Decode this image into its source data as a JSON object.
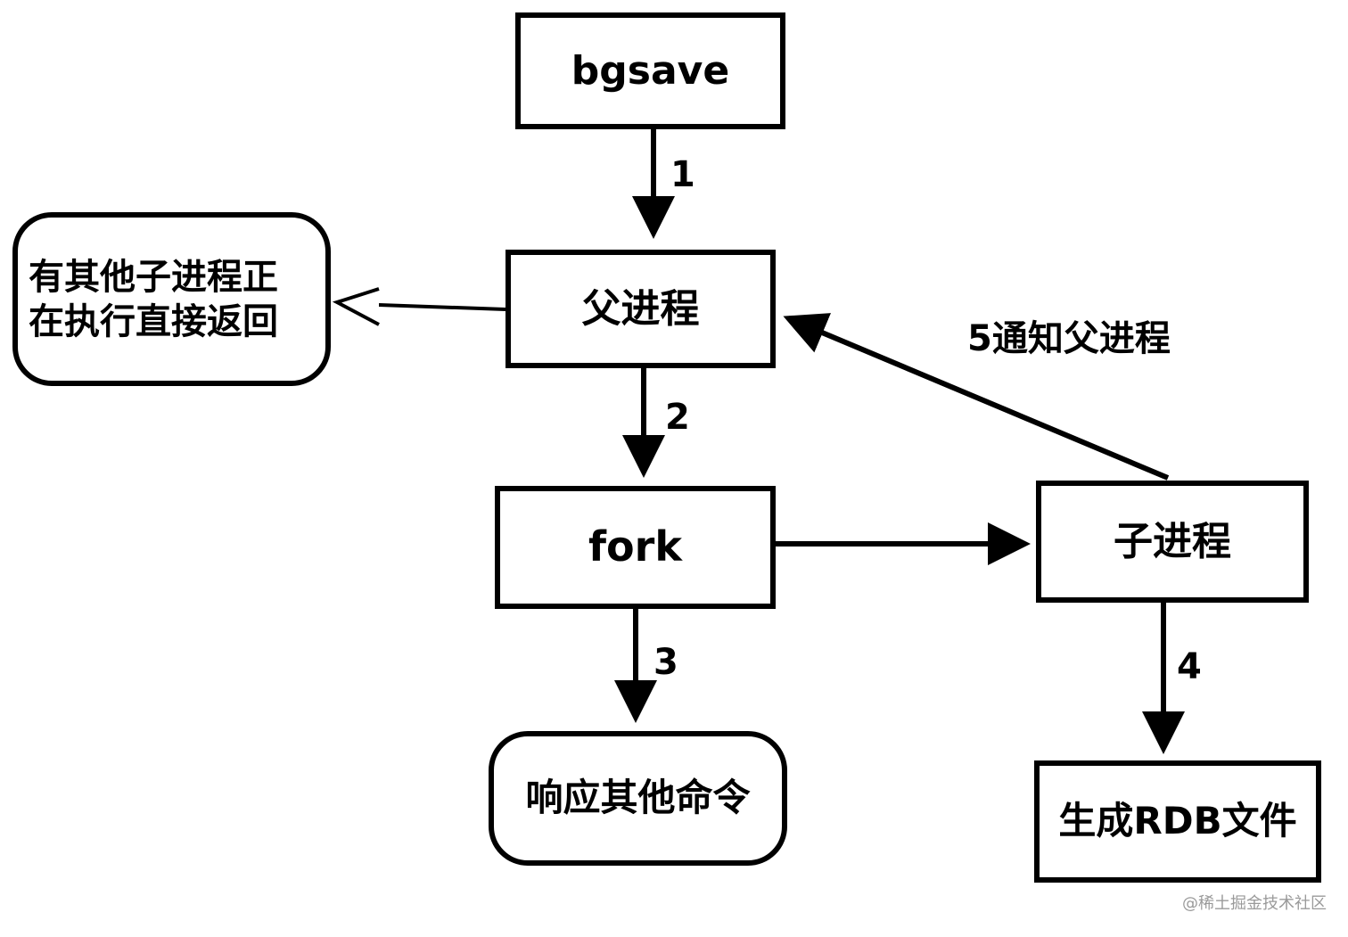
{
  "nodes": {
    "bgsave": "bgsave",
    "parent_process": "父进程",
    "other_child_running": "有其他子进程正\n在执行直接返回",
    "fork": "fork",
    "child_process": "子进程",
    "respond_other_commands": "响应其他命令",
    "generate_rdb": "生成RDB文件"
  },
  "edges": {
    "step_1": "1",
    "step_2": "2",
    "step_3": "3",
    "step_4": "4",
    "step_5": "5通知父进程"
  },
  "watermark": "@稀土掘金技术社区"
}
